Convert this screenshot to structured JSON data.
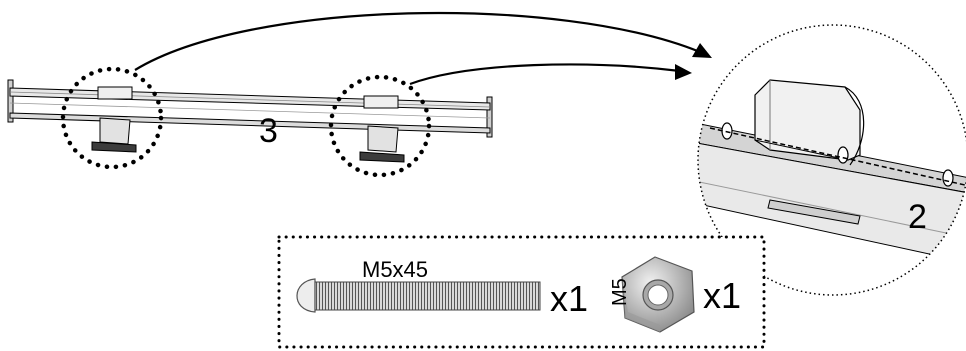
{
  "callouts": {
    "rail_number": "3",
    "detail_number": "2"
  },
  "hardware": {
    "bolt_label": "M5x45",
    "bolt_qty": "x1",
    "nut_label": "M5",
    "nut_qty": "x1"
  },
  "colors": {
    "line": "#000000",
    "metal_light": "#e6e6e6",
    "metal_mid": "#bdbdbd",
    "metal_dark": "#4a4a4a"
  }
}
